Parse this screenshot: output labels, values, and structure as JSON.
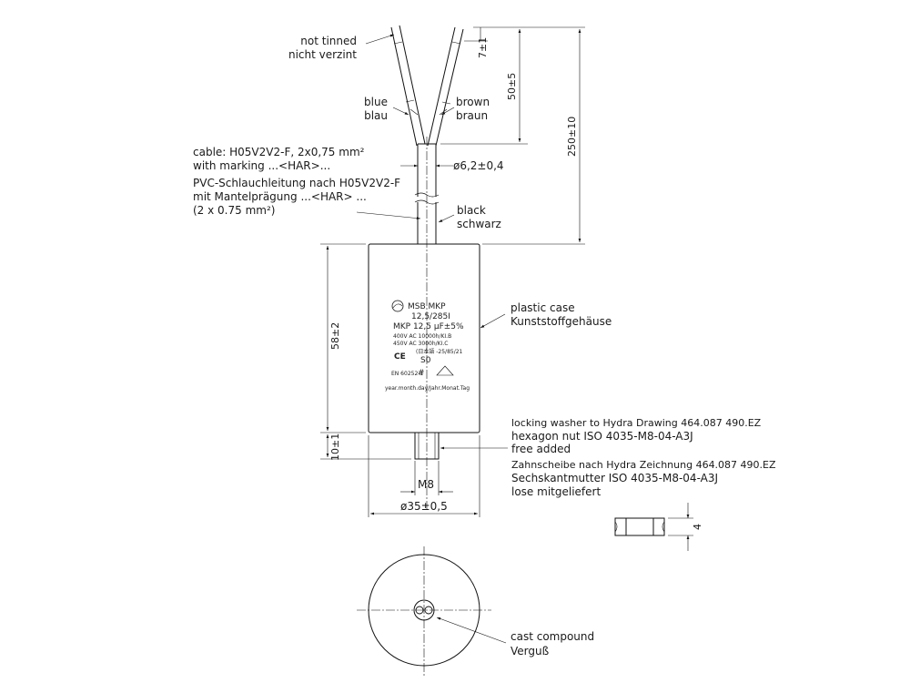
{
  "wires": {
    "not_tinned_en": "not tinned",
    "not_tinned_de": "nicht verzint",
    "blue_en": "blue",
    "blue_de": "blau",
    "brown_en": "brown",
    "brown_de": "braun",
    "black_en": "black",
    "black_de": "schwarz"
  },
  "cable": {
    "en_line1": "cable: H05V2V2-F, 2x0,75 mm²",
    "en_line2": "with marking ...<HAR>...",
    "de_line1": "PVC-Schlauchleitung nach H05V2V2-F",
    "de_line2": "mit Mantelprägung ...<HAR> ...",
    "de_line3": "(2 x 0.75 mm²)"
  },
  "dimensions": {
    "strip_length": "7±1",
    "wire_length": "50±5",
    "total_length": "250±10",
    "cable_diameter": "ø6,2±0,4",
    "body_height": "58±2",
    "thread_length": "10±1",
    "thread": "M8",
    "body_diameter": "ø35±0,5",
    "nut_height": "4"
  },
  "case": {
    "label_en": "plastic case",
    "label_de": "Kunststoffgehäuse"
  },
  "product_label": {
    "line1": "MSB MKP",
    "line2": "12,5/285I",
    "line3": "MKP 12,5 µF±5%",
    "line4": "400V AC 10000h/KI.B",
    "line5": "450V AC 3000h/KI.C",
    "line6": "(日本語 -25/85/21",
    "line7": "S0",
    "line8": "EN 60252-1",
    "line9": "year.month.day/Jahr.Monat.Tag",
    "ce": "CE"
  },
  "washer": {
    "en_line1": "locking washer to Hydra Drawing 464.087 490.EZ",
    "en_line2": "hexagon nut ISO 4035-M8-04-A3J",
    "en_line3": "free added",
    "de_line1": "Zahnscheibe nach Hydra Zeichnung 464.087 490.EZ",
    "de_line2": "Sechskantmutter ISO 4035-M8-04-A3J",
    "de_line3": "lose mitgeliefert"
  },
  "compound": {
    "label_en": "cast compound",
    "label_de": "Verguß"
  }
}
